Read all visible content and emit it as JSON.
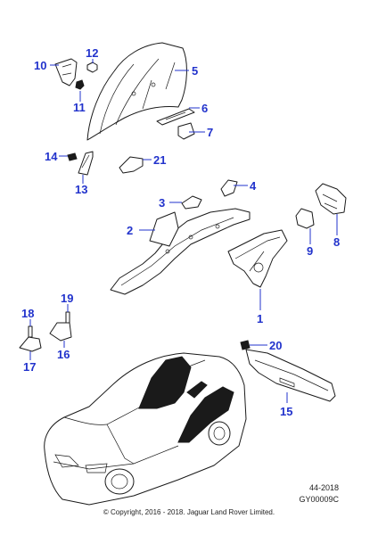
{
  "callouts": {
    "c1": "1",
    "c2": "2",
    "c3": "3",
    "c4": "4",
    "c5": "5",
    "c6": "6",
    "c7": "7",
    "c8": "8",
    "c9": "9",
    "c10": "10",
    "c11": "11",
    "c12": "12",
    "c13": "13",
    "c14": "14",
    "c15": "15",
    "c16": "16",
    "c17": "17",
    "c18": "18",
    "c19": "19",
    "c20": "20",
    "c21": "21"
  },
  "footer": {
    "ref_year": "44-2018",
    "ref_code": "GY00009C",
    "copyright": "© Copyright, 2016 - 2018. Jaguar Land Rover Limited."
  },
  "colors": {
    "callout": "#2233cc",
    "line": "#1a1a1a"
  }
}
